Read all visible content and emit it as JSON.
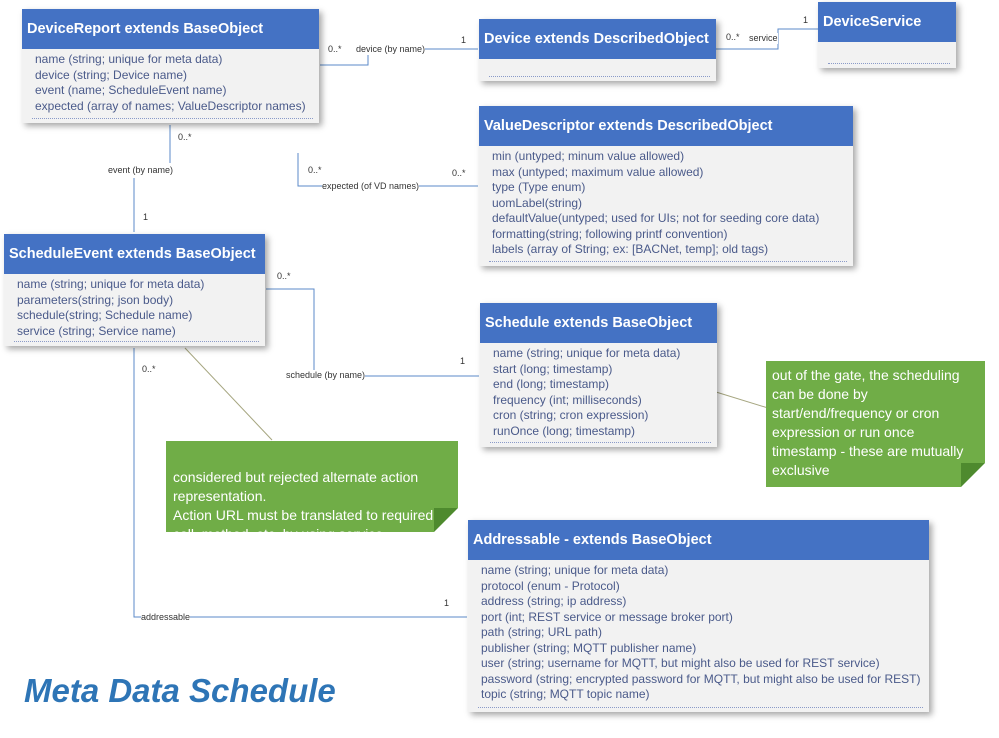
{
  "title": "Meta Data Schedule",
  "colors": {
    "header": "#4472c4",
    "body": "#f2f2f2",
    "note": "#70ad47",
    "title": "#2e75b6"
  },
  "classes": {
    "device_report": {
      "name": "DeviceReport extends BaseObject",
      "fields": [
        "name (string; unique for meta data)",
        "device (string; Device name)",
        "event (name; ScheduleEvent name)",
        "expected (array of names; ValueDescriptor names)"
      ]
    },
    "device": {
      "name": "Device extends DescribedObject",
      "fields": []
    },
    "device_service": {
      "name": "DeviceService",
      "fields": []
    },
    "value_descriptor": {
      "name": "ValueDescriptor extends DescribedObject",
      "fields": [
        "min (untyped; minum value allowed)",
        "max (untyped; maximum value allowed)",
        "type (Type enum)",
        "uomLabel(string)",
        "defaultValue(untyped; used for UIs; not for seeding core data)",
        "formatting(string; following printf convention)",
        "labels (array of String; ex: [BACNet, temp]; old tags)"
      ]
    },
    "schedule_event": {
      "name": "ScheduleEvent extends BaseObject",
      "fields": [
        "name (string; unique for meta data)",
        "parameters(string; json body)",
        "schedule(string; Schedule name)",
        "service (string; Service name)"
      ]
    },
    "schedule": {
      "name": "Schedule extends BaseObject",
      "fields": [
        "name (string; unique for meta data)",
        "start (long; timestamp)",
        "end (long; timestamp)",
        "frequency (int; milliseconds)",
        "cron (string; cron expression)",
        "runOnce (long; timestamp)"
      ]
    },
    "addressable": {
      "name": "Addressable - extends BaseObject",
      "fields": [
        "name (string; unique for meta data)",
        "protocol (enum - Protocol)",
        "address (string; ip address)",
        "port (int; REST service or message broker port)",
        "path (string; URL path)",
        "publisher (string; MQTT publisher name)",
        "user (string; username for MQTT, but might also be used for REST service)",
        "password (string; encrypted password for MQTT, but might also be used for REST)",
        "topic (string; MQTT topic name)"
      ]
    }
  },
  "notes": {
    "schedule_note": "out of the gate, the scheduling can be done by start/end/frequency or cron expression or run once timestamp - these are mutually exclusive",
    "action_note": "considered but rejected alternate action representation.\nAction URL must be translated to required call, method, etc. by using service"
  },
  "connectors": {
    "device_by_name": "device (by name)",
    "service": "service",
    "event_by_name": "event (by name)",
    "expected_vd_names": "expected (of VD names)",
    "schedule_by_name": "schedule (by name)",
    "addressable": "addressable"
  },
  "multiplicities": {
    "dr_device": "0..*",
    "device_dr": "1",
    "device_service": "0..*",
    "service_device": "1",
    "dr_event": "0..*",
    "event_dr": "1",
    "dr_expected": "0..*",
    "vd_expected": "0..*",
    "se_schedule": "0..*",
    "schedule_se": "1",
    "se_addressable": "0..*",
    "addressable_se": "1"
  }
}
